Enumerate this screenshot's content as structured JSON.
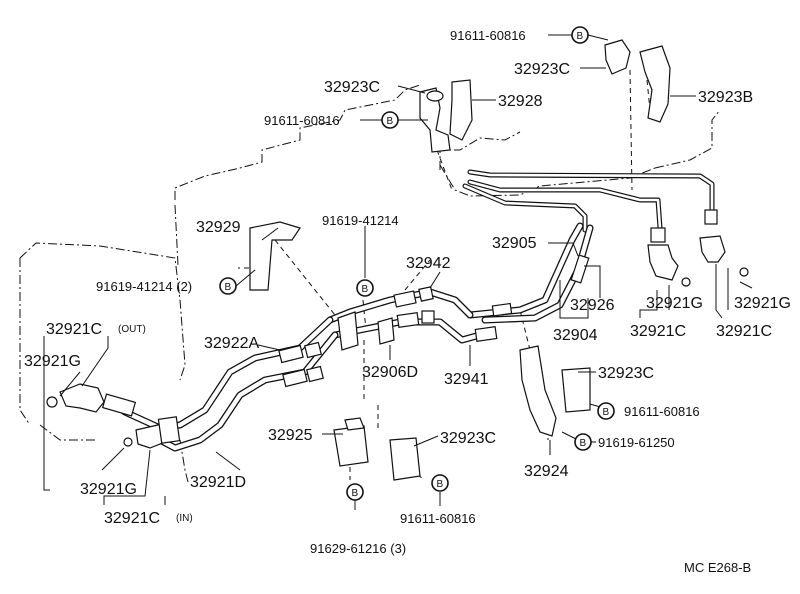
{
  "labels": {
    "bolt_tr": "91611-60816",
    "c_tr": "32923C",
    "b_tr": "32923B",
    "c_tl": "32923C",
    "p32928": "32928",
    "bolt_tl": "91611-60816",
    "p32929": "32929",
    "clamp_top": "91619-41214",
    "clamp_left": "91619-41214 (2)",
    "p32942": "32942",
    "p32905": "32905",
    "p32926": "32926",
    "p32904": "32904",
    "g_right1": "32921G",
    "g_right2": "32921G",
    "c_right1": "32921C",
    "c_right2": "32921C",
    "c_out": "32921C",
    "out_tag": "(OUT)",
    "g_out": "32921G",
    "p32922a": "32922A",
    "p32906d": "32906D",
    "p32941": "32941",
    "c_mid_r": "32923C",
    "bolt_mid_r": "91611-60816",
    "clamp_mid_r": "91619-61250",
    "p32924": "32924",
    "p32925": "32925",
    "c_bottom": "32923C",
    "g_in": "32921G",
    "c_in": "32921C",
    "in_tag": "(IN)",
    "p32921d": "32921D",
    "bolt_bottom": "91611-60816",
    "clamp_bottom": "91629-61216 (3)",
    "figure_code": "MC  E268-B"
  },
  "callout_letter": "B"
}
